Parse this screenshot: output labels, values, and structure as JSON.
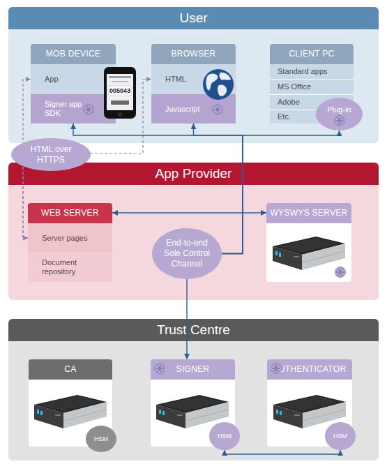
{
  "diagram": {
    "nodes": [
      {
        "text": [
          "User"
        ]
      },
      {
        "text": [
          "MOB DEVICE"
        ],
        "in": 0
      },
      {
        "text": [
          "App"
        ],
        "in": 1
      },
      {
        "text": [
          "Signer app SDK"
        ],
        "in": 1
      },
      {
        "text": [
          "BROWSER"
        ],
        "in": 0
      },
      {
        "text": [
          "HTML"
        ],
        "in": 4
      },
      {
        "text": [
          "Javascript"
        ],
        "in": 4
      },
      {
        "text": [
          "CLIENT PC"
        ],
        "in": 0
      },
      {
        "text": [
          "Standard apps"
        ],
        "in": 7
      },
      {
        "text": [
          "MS Office"
        ],
        "in": 7
      },
      {
        "text": [
          "Adobe"
        ],
        "in": 7
      },
      {
        "text": [
          "Etc."
        ],
        "in": 7
      },
      {
        "text": [
          "Plug-in"
        ],
        "in": 7
      },
      {
        "text": [
          "HTML over HTTPS"
        ]
      },
      {
        "text": [
          "App Provider"
        ]
      },
      {
        "text": [
          "WEB SERVER"
        ],
        "in": 14
      },
      {
        "text": [
          "Server pages"
        ],
        "in": 15
      },
      {
        "text": [
          "Document repository"
        ],
        "in": 15
      },
      {
        "text": [
          "End-to-end Sole Control Channel"
        ],
        "in": 14
      },
      {
        "text": [
          "WYSWYS SERVER"
        ],
        "in": 14
      },
      {
        "text": [
          "Trust Centre"
        ]
      },
      {
        "text": [
          "CA"
        ],
        "in": 20
      },
      {
        "text": [
          "HSM"
        ],
        "in": 21
      },
      {
        "text": [
          "SIGNER"
        ],
        "in": 20
      },
      {
        "text": [
          "HSM"
        ],
        "in": 23
      },
      {
        "text": [
          "AUTHENTICATOR"
        ],
        "in": 20
      },
      {
        "text": [
          "HSM"
        ],
        "in": 25
      }
    ],
    "edges": [
      {
        "from": 16,
        "to": 2,
        "arrow": "both"
      },
      {
        "from": 16,
        "to": 5,
        "arrow": "both"
      },
      {
        "from": 18,
        "to": 3,
        "arrow": "to"
      },
      {
        "from": 18,
        "to": 6,
        "arrow": "to"
      },
      {
        "from": 18,
        "to": 12,
        "arrow": "to"
      },
      {
        "from": 18,
        "to": 23,
        "arrow": "to"
      },
      {
        "from": 15,
        "to": 19,
        "arrow": "both"
      },
      {
        "from": 24,
        "to": 26,
        "arrow": "both"
      }
    ],
    "labels": [
      "005043"
    ]
  }
}
